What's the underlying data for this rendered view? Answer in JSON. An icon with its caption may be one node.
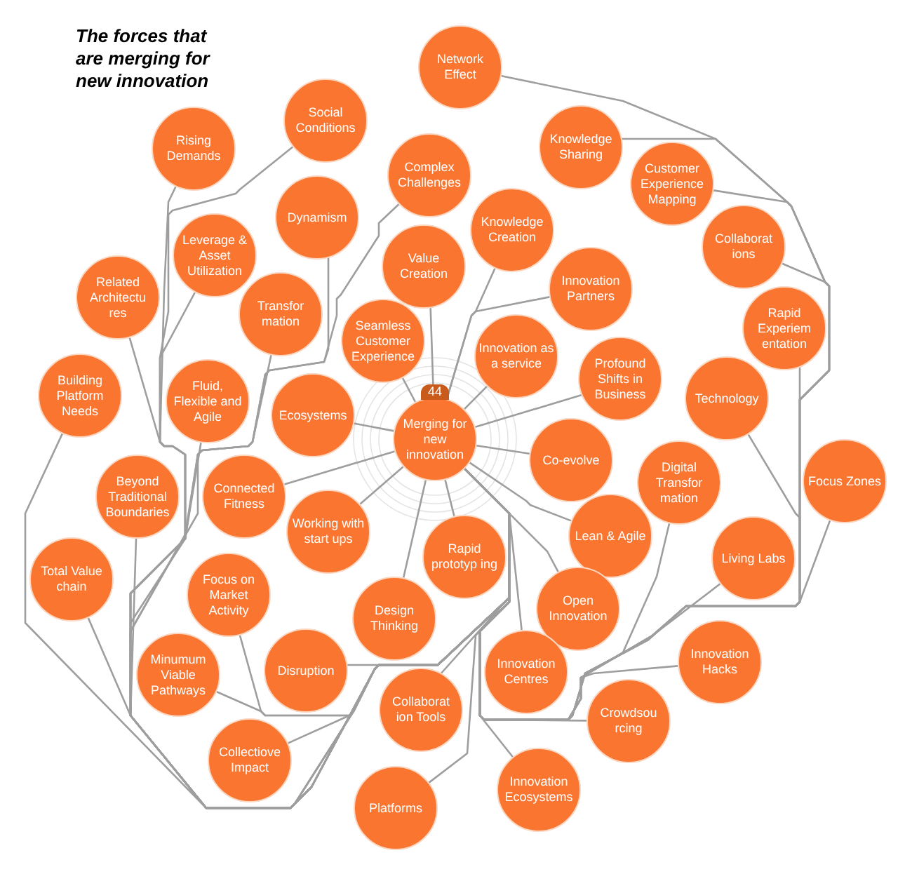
{
  "diagram": {
    "title": "The forces that are merging for new innovation",
    "nodes": [
      {
        "text": [
          "Merging for new innovation"
        ],
        "beside": [
          "44"
        ]
      },
      {
        "text": [
          "Network Effect"
        ]
      },
      {
        "text": [
          "Social Conditions"
        ]
      },
      {
        "text": [
          "Rising Demands"
        ]
      },
      {
        "text": [
          "Knowledge Sharing"
        ]
      },
      {
        "text": [
          "Complex Challenges"
        ]
      },
      {
        "text": [
          "Customer Experience Mapping"
        ]
      },
      {
        "text": [
          "Dynamism"
        ]
      },
      {
        "text": [
          "Knowledge Creation"
        ]
      },
      {
        "text": [
          "Collaborat ions"
        ]
      },
      {
        "text": [
          "Leverage & Asset Utilization"
        ]
      },
      {
        "text": [
          "Value Creation"
        ]
      },
      {
        "text": [
          "Related Architectu res"
        ]
      },
      {
        "text": [
          "Transfor mation"
        ]
      },
      {
        "text": [
          "Innovation Partners"
        ]
      },
      {
        "text": [
          "Rapid Experiem entation"
        ]
      },
      {
        "text": [
          "Seamless Customer Experience"
        ]
      },
      {
        "text": [
          "Innovation as a service"
        ]
      },
      {
        "text": [
          "Profound Shifts in Business"
        ]
      },
      {
        "text": [
          "Building Platform Needs"
        ]
      },
      {
        "text": [
          "Fluid, Flexible and Agile"
        ]
      },
      {
        "text": [
          "Technology"
        ]
      },
      {
        "text": [
          "Ecosystems"
        ]
      },
      {
        "text": [
          "Co-evolve"
        ]
      },
      {
        "text": [
          "Focus Zones"
        ]
      },
      {
        "text": [
          "Digital Transfor mation"
        ]
      },
      {
        "text": [
          "Beyond Traditional Boundaries"
        ]
      },
      {
        "text": [
          "Connected Fitness"
        ]
      },
      {
        "text": [
          "Working with start ups"
        ]
      },
      {
        "text": [
          "Lean & Agile"
        ]
      },
      {
        "text": [
          "Rapid prototyp ing"
        ]
      },
      {
        "text": [
          "Living Labs"
        ]
      },
      {
        "text": [
          "Total Value chain"
        ]
      },
      {
        "text": [
          "Focus on Market Activity"
        ]
      },
      {
        "text": [
          "Design Thinking"
        ]
      },
      {
        "text": [
          "Open Innovation"
        ]
      },
      {
        "text": [
          "Innovation Hacks"
        ]
      },
      {
        "text": [
          "Disruption"
        ]
      },
      {
        "text": [
          "Minumum Viable Pathways"
        ]
      },
      {
        "text": [
          "Innovation Centres"
        ]
      },
      {
        "text": [
          "Collaborat ion Tools"
        ]
      },
      {
        "text": [
          "Crowdsou rcing"
        ]
      },
      {
        "text": [
          "Collectiove Impact"
        ]
      },
      {
        "text": [
          "Innovation Ecosystems"
        ]
      },
      {
        "text": [
          "Platforms"
        ]
      }
    ],
    "edges": [
      {
        "from": 0,
        "to": 1,
        "arrow": "none"
      },
      {
        "from": 0,
        "to": 2,
        "arrow": "none"
      },
      {
        "from": 0,
        "to": 3,
        "arrow": "none"
      },
      {
        "from": 0,
        "to": 4,
        "arrow": "none"
      },
      {
        "from": 0,
        "to": 5,
        "arrow": "none"
      },
      {
        "from": 0,
        "to": 6,
        "arrow": "none"
      },
      {
        "from": 0,
        "to": 7,
        "arrow": "none"
      },
      {
        "from": 0,
        "to": 8,
        "arrow": "none"
      },
      {
        "from": 0,
        "to": 9,
        "arrow": "none"
      },
      {
        "from": 0,
        "to": 10,
        "arrow": "none"
      },
      {
        "from": 0,
        "to": 11,
        "arrow": "none"
      },
      {
        "from": 0,
        "to": 12,
        "arrow": "none"
      },
      {
        "from": 0,
        "to": 13,
        "arrow": "none"
      },
      {
        "from": 0,
        "to": 14,
        "arrow": "none"
      },
      {
        "from": 0,
        "to": 15,
        "arrow": "none"
      },
      {
        "from": 0,
        "to": 16,
        "arrow": "none"
      },
      {
        "from": 0,
        "to": 17,
        "arrow": "none"
      },
      {
        "from": 0,
        "to": 18,
        "arrow": "none"
      },
      {
        "from": 0,
        "to": 19,
        "arrow": "none"
      },
      {
        "from": 0,
        "to": 20,
        "arrow": "none"
      },
      {
        "from": 0,
        "to": 21,
        "arrow": "none"
      },
      {
        "from": 0,
        "to": 22,
        "arrow": "none"
      },
      {
        "from": 0,
        "to": 23,
        "arrow": "none"
      },
      {
        "from": 0,
        "to": 24,
        "arrow": "none"
      },
      {
        "from": 0,
        "to": 25,
        "arrow": "none"
      },
      {
        "from": 0,
        "to": 26,
        "arrow": "none"
      },
      {
        "from": 0,
        "to": 27,
        "arrow": "none"
      },
      {
        "from": 0,
        "to": 28,
        "arrow": "none"
      },
      {
        "from": 0,
        "to": 29,
        "arrow": "none"
      },
      {
        "from": 0,
        "to": 30,
        "arrow": "none"
      },
      {
        "from": 0,
        "to": 31,
        "arrow": "none"
      },
      {
        "from": 0,
        "to": 32,
        "arrow": "none"
      },
      {
        "from": 0,
        "to": 33,
        "arrow": "none"
      },
      {
        "from": 0,
        "to": 34,
        "arrow": "none"
      },
      {
        "from": 0,
        "to": 35,
        "arrow": "none"
      },
      {
        "from": 0,
        "to": 36,
        "arrow": "none"
      },
      {
        "from": 0,
        "to": 37,
        "arrow": "none"
      },
      {
        "from": 0,
        "to": 38,
        "arrow": "none"
      },
      {
        "from": 0,
        "to": 39,
        "arrow": "none"
      },
      {
        "from": 0,
        "to": 40,
        "arrow": "none"
      },
      {
        "from": 0,
        "to": 41,
        "arrow": "none"
      },
      {
        "from": 0,
        "to": 42,
        "arrow": "none"
      },
      {
        "from": 0,
        "to": 43,
        "arrow": "none"
      },
      {
        "from": 0,
        "to": 44,
        "arrow": "none"
      }
    ]
  }
}
